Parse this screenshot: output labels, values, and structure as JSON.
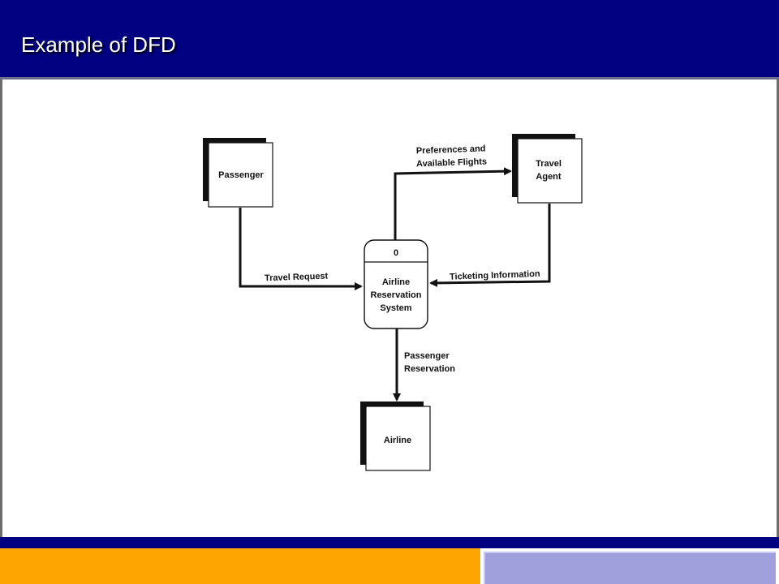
{
  "slide": {
    "title": "Example of DFD"
  },
  "diagram": {
    "entities": {
      "passenger": "Passenger",
      "travel_agent_line1": "Travel",
      "travel_agent_line2": "Agent",
      "airline": "Airline"
    },
    "process": {
      "number": "0",
      "line1": "Airline",
      "line2": "Reservation",
      "line3": "System"
    },
    "flows": {
      "travel_request": "Travel Request",
      "preferences_line1": "Preferences and",
      "preferences_line2": "Available Flights",
      "ticketing_information": "Ticketing Information",
      "passenger_reservation_line1": "Passenger",
      "passenger_reservation_line2": "Reservation"
    }
  },
  "colors": {
    "title_bar": "#000080",
    "footer_orange": "#ffa500",
    "footer_lavender": "#a0a0dc"
  }
}
